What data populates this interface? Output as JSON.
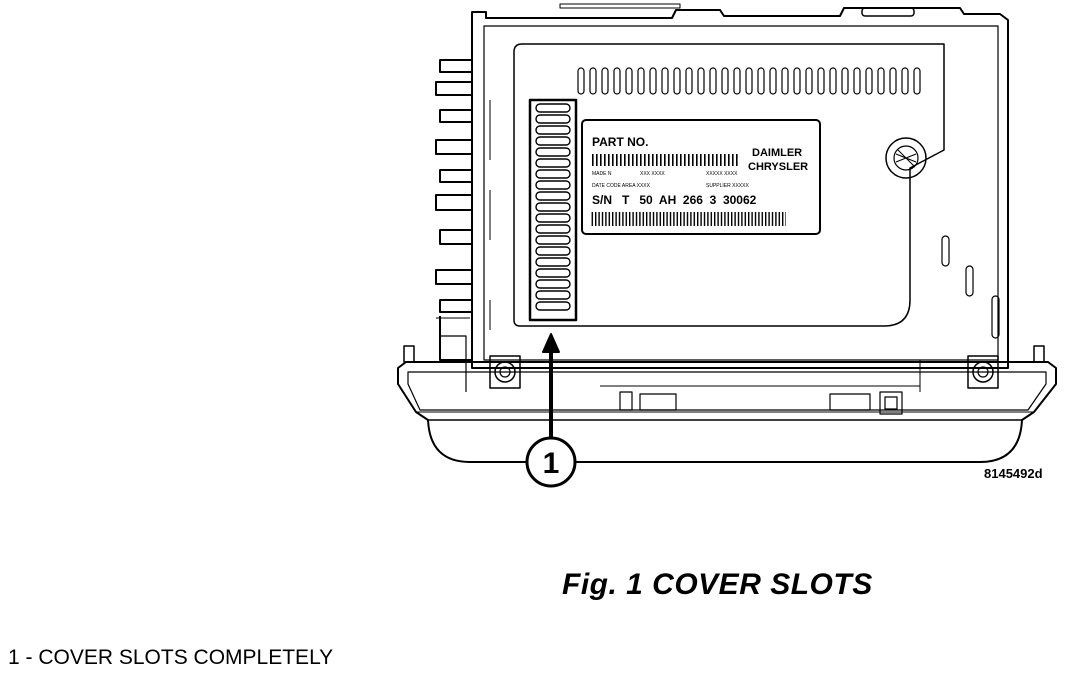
{
  "label": {
    "title": "PART NO.",
    "brand_line1": "DAIMLER",
    "brand_line2": "CHRYSLER",
    "tiny_row1_a": "MADE N",
    "tiny_row1_b": "XXX  XXXX",
    "tiny_row1_c": "XXXXX  XXXX",
    "tiny_row2_a": "DATE  CODE  AREA  XXXX",
    "tiny_row2_b": "SUPPLIER  XXXXX",
    "serial": "S/N   T   50  AH  266  3  30062"
  },
  "callout": {
    "number": "1"
  },
  "figure_id": "8145492d",
  "caption": "Fig.  1 COVER SLOTS",
  "legend": "1 - COVER SLOTS COMPLETELY"
}
